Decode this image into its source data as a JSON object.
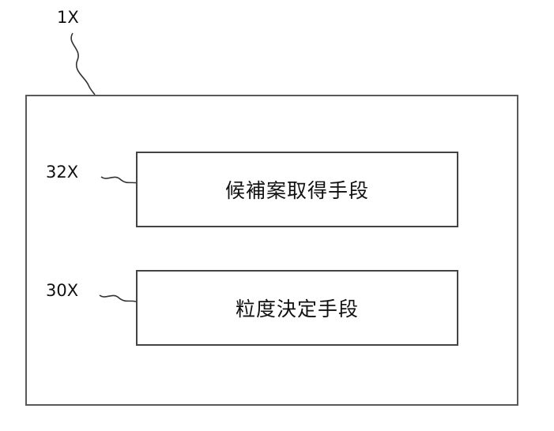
{
  "diagram": {
    "outer_block": {
      "ref": "1X"
    },
    "blocks": [
      {
        "ref": "32X",
        "label": "候補案取得手段"
      },
      {
        "ref": "30X",
        "label": "粒度決定手段"
      }
    ]
  }
}
